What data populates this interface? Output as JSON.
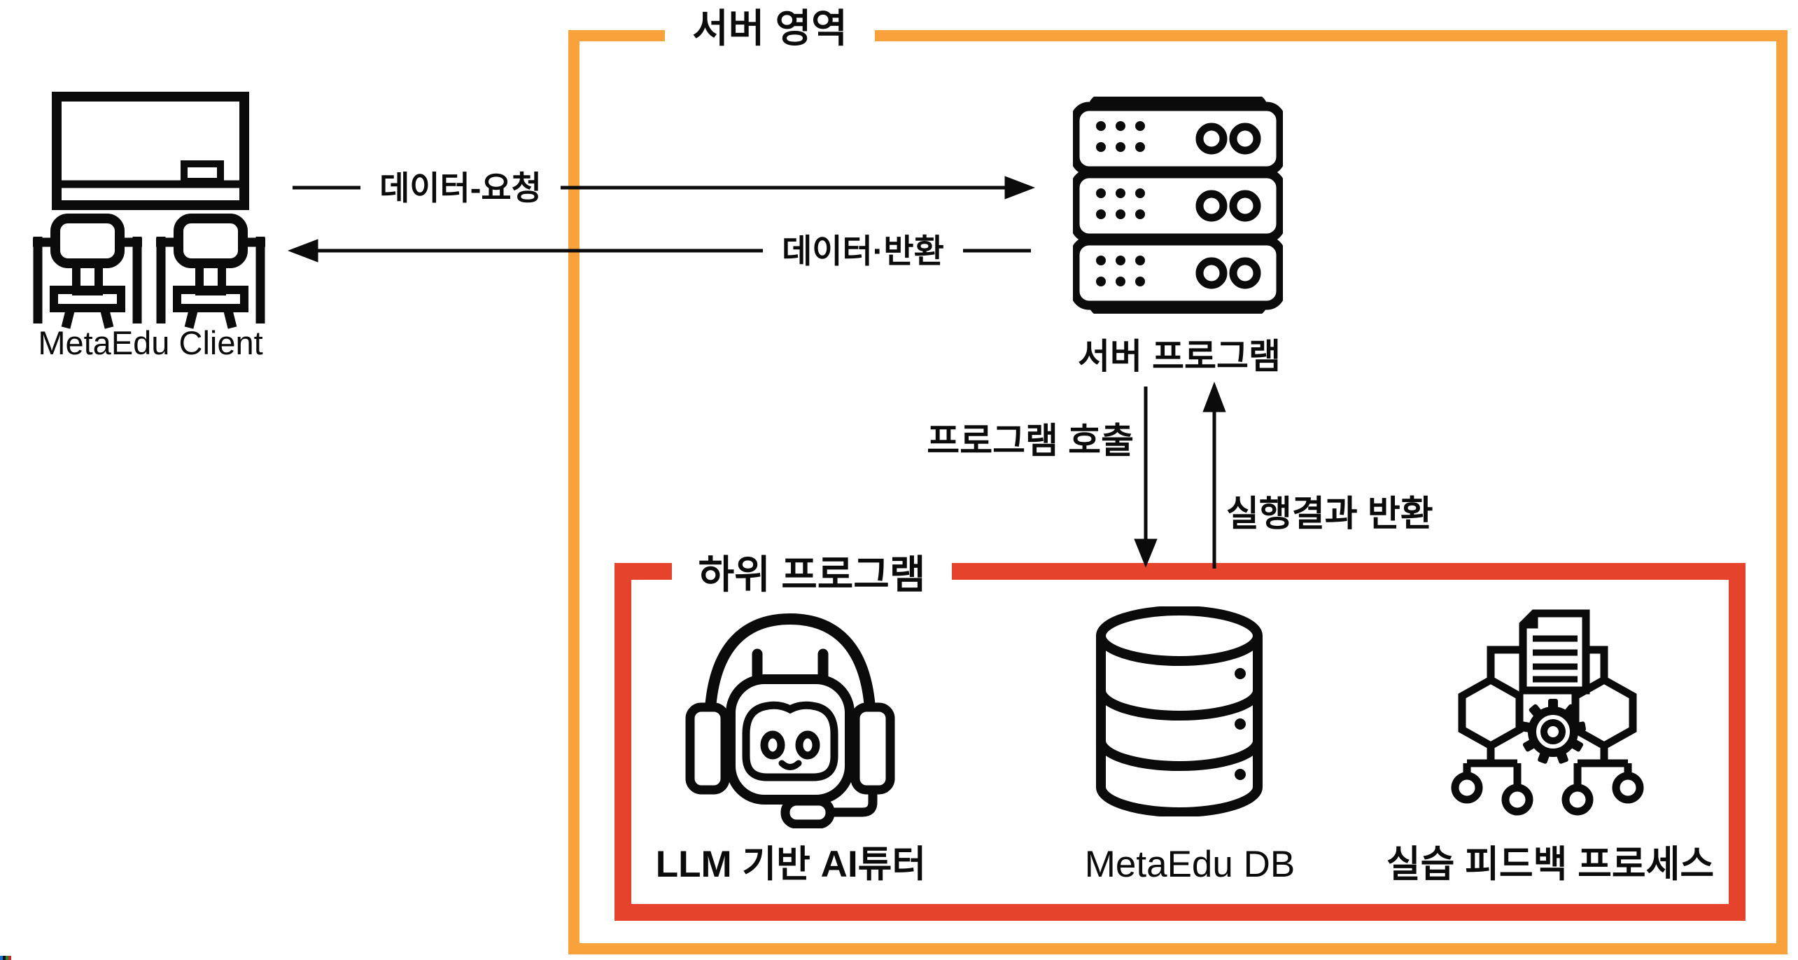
{
  "colors": {
    "server_area_border": "#F9A23C",
    "subprogram_border": "#E5432B",
    "diagram_line": "#0b0b0b",
    "background": "#FFFFFF",
    "corner_artifact": [
      "#1a6fd4",
      "#111111",
      "#2e7d32",
      "#c62828"
    ]
  },
  "client": {
    "label": "MetaEdu Client"
  },
  "server_area": {
    "title": "서버 영역",
    "server": {
      "label": "서버 프로그램"
    }
  },
  "flows": {
    "request": {
      "label": "데이터-요청"
    },
    "return": {
      "label": "데이터·반환"
    },
    "call": {
      "label": "프로그램 호출"
    },
    "result": {
      "label": "실행결과 반환"
    }
  },
  "subprograms": {
    "title": "하위 프로그램",
    "items": [
      {
        "label": "LLM 기반 AI튜터",
        "icon": "ai-tutor-robot-icon"
      },
      {
        "label": "MetaEdu DB",
        "icon": "database-icon"
      },
      {
        "label": "실습 피드백 프로세스",
        "icon": "feedback-process-icon"
      }
    ]
  }
}
